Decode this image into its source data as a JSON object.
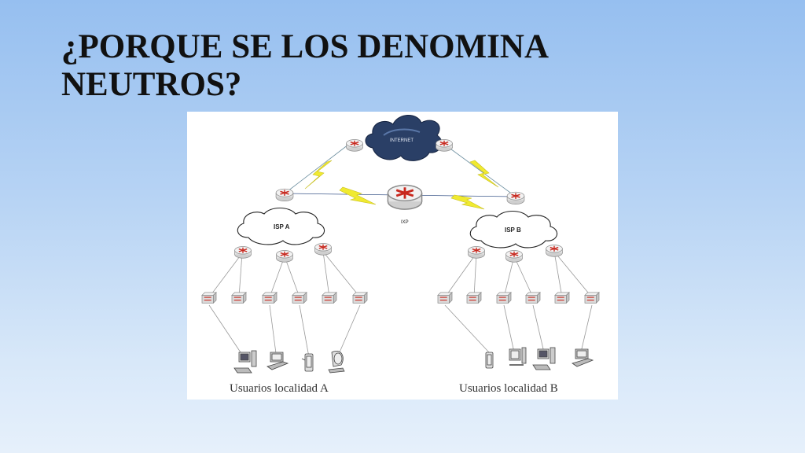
{
  "slide": {
    "title_line1": "¿PORQUE SE LOS DENOMINA",
    "title_line2": "NEUTROS?"
  },
  "diagram": {
    "internet_label": "INTERNET",
    "ixp_label": "IXP",
    "isp_a_label": "ISP A",
    "isp_b_label": "ISP B",
    "caption_a": "Usuarios localidad A",
    "caption_b": "Usuarios localidad B",
    "colors": {
      "link_bolt": "#f0ea30",
      "router_arrow": "#c8281e",
      "cloud_dark": "#2a3f66"
    }
  }
}
